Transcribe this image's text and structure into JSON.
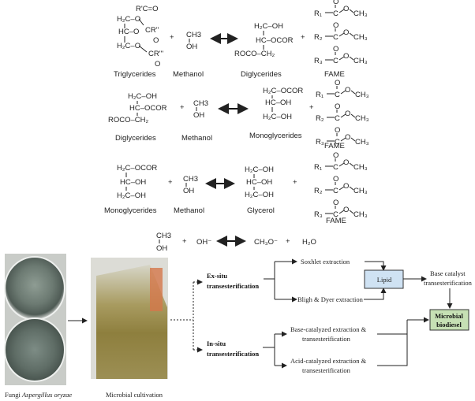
{
  "reaction1": {
    "triglyceride_lines": [
      "R'C=O",
      "H₂C–O",
      "HC–O",
      "CR''",
      "H₂C–O",
      "CR'''",
      "O",
      "O"
    ],
    "triglycerides_label": "Triglycerides",
    "methanol_formula": [
      "CH3",
      "OH"
    ],
    "methanol_label": "Methanol",
    "diglyceride_lines": [
      "H₂C–OH",
      "HC–OCOR",
      "ROCO–CH₂"
    ],
    "diglycerides_label": "Diglycerides",
    "fame_label": "FAME"
  },
  "reaction2": {
    "diglyceride_lines": [
      "H₂C–OH",
      "HC–OCOR",
      "ROCO–CH₂"
    ],
    "diglycerides_label": "Diglycerides",
    "methanol_formula": [
      "CH3",
      "OH"
    ],
    "methanol_label": "Methanol",
    "monoglyceride_lines": [
      "H₂C–OCOR",
      "HC–OH",
      "H₂C–OH"
    ],
    "monoglycerides_label": "Monoglycerides",
    "fame_label": "FAME"
  },
  "reaction3": {
    "monoglyceride_lines": [
      "H₂C–OCOR",
      "HC–OH",
      "H₂C–OH"
    ],
    "monoglycerides_label": "Monoglycerides",
    "methanol_formula": [
      "CH3",
      "OH"
    ],
    "methanol_label": "Methanol",
    "glycerol_lines": [
      "H₂C–OH",
      "HC–OH",
      "H₂C–OH"
    ],
    "glycerol_label": "Glycerol",
    "fame_label": "FAME"
  },
  "fame_rows": [
    "R₁",
    "R₂",
    "R₃"
  ],
  "fame_ester": [
    "C",
    "O",
    "CH₃",
    "O"
  ],
  "reaction4": {
    "methanol_formula": [
      "CH3",
      "OH"
    ],
    "hydroxide": "OH⁻",
    "methoxide": "CH₃O⁻",
    "water": "H₂O"
  },
  "plus": "+",
  "photos": {
    "fungi_caption_prefix": "Fungi ",
    "fungi_caption_species": "Aspergillus oryzae",
    "cultivation_caption": "Microbial cultivation"
  },
  "flow": {
    "ex_situ_line1": "Ex-situ",
    "ex_situ_line2": "transesterification",
    "in_situ_line1": "In-situ",
    "in_situ_line2": "transesterification",
    "soxhlet": "Soxhlet extraction",
    "bligh_dyer": "Bligh & Dyer extraction",
    "lipid": "Lipid",
    "base_catalyst_line1": "Base catalyst",
    "base_catalyst_line2": "transesterification",
    "biodiesel_line1": "Microbial",
    "biodiesel_line2": "biodiesel",
    "base_catalyzed_line1": "Base-catalyzed extraction &",
    "base_catalyzed_line2": "transesterification",
    "acid_catalyzed_line1": "Acid-catalyzed extraction &",
    "acid_catalyzed_line2": "transesterification"
  },
  "colors": {
    "lipid_box": "#cfe2f3",
    "biodiesel_box": "#c6e0b4"
  }
}
